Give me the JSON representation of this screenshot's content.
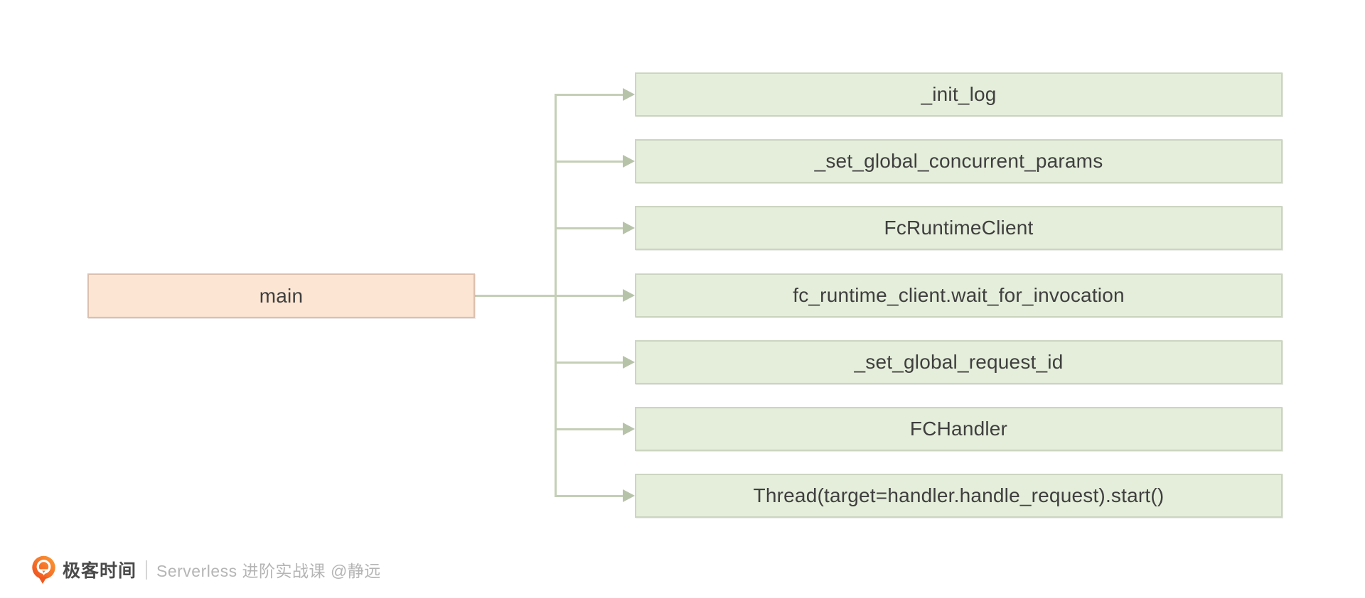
{
  "diagram": {
    "root": {
      "label": "main"
    },
    "children": [
      {
        "label": "_init_log"
      },
      {
        "label": "_set_global_concurrent_params"
      },
      {
        "label": "FcRuntimeClient"
      },
      {
        "label": "fc_runtime_client.wait_for_invocation"
      },
      {
        "label": "_set_global_request_id"
      },
      {
        "label": "FCHandler"
      },
      {
        "label": "Thread(target=handler.handle_request).start()"
      }
    ]
  },
  "footer": {
    "brand": "极客时间",
    "course": "Serverless 进阶实战课 @静远",
    "logo_icon": "geektime-logo"
  },
  "colors": {
    "root_fill": "#fce5d3",
    "root_border": "#ddbfae",
    "child_fill": "#e4eeda",
    "child_border": "#ccd5c1",
    "connector": "#c4cfb6",
    "arrowhead": "#b7c3a9",
    "node_text": "#3f3f3f",
    "brand_text": "#4a4a4b",
    "course_text": "#b5b5b6",
    "brand_orange": "#f3571c"
  }
}
